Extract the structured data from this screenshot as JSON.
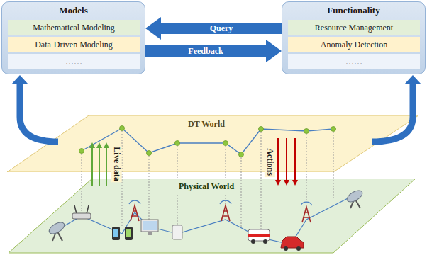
{
  "diagram": {
    "nodes": [
      {
        "text": [
          "Models"
        ]
      },
      {
        "text": [
          "Mathematical Modeling"
        ],
        "in": 0
      },
      {
        "text": [
          "Data-Driven Modeling"
        ],
        "in": 0
      },
      {
        "text": [
          "……"
        ],
        "in": 0
      },
      {
        "text": [
          "Functionality"
        ]
      },
      {
        "text": [
          "Resource Management"
        ],
        "in": 4
      },
      {
        "text": [
          "Anomaly Detection"
        ],
        "in": 4
      },
      {
        "text": [
          "……"
        ],
        "in": 4
      },
      {
        "text": [
          "DT World"
        ]
      },
      {
        "text": [
          "Physical World"
        ]
      }
    ],
    "edges": [
      {
        "from": 4,
        "to": 0,
        "label": "Query",
        "arrow": "to"
      },
      {
        "from": 0,
        "to": 4,
        "label": "Feedback",
        "arrow": "to"
      },
      {
        "from": 8,
        "to": 0,
        "arrow": "to"
      },
      {
        "from": 8,
        "to": 4,
        "arrow": "to"
      },
      {
        "from": 9,
        "to": 8,
        "label": "Live data",
        "arrow": "to"
      },
      {
        "from": 8,
        "to": 9,
        "label": "Actions",
        "arrow": "to"
      }
    ]
  }
}
